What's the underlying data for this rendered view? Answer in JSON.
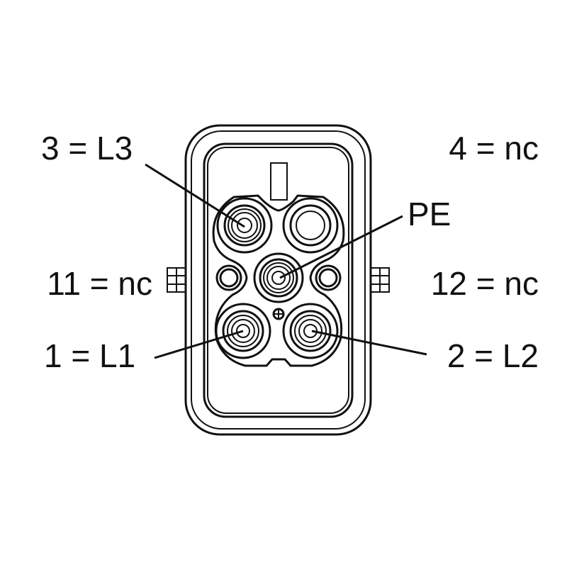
{
  "labels": {
    "pin3": "3 = L3",
    "pin4": "4 = nc",
    "pe": "PE",
    "pin11": "11 = nc",
    "pin12": "12 = nc",
    "pin1": "1 = L1",
    "pin2": "2 = L2"
  }
}
